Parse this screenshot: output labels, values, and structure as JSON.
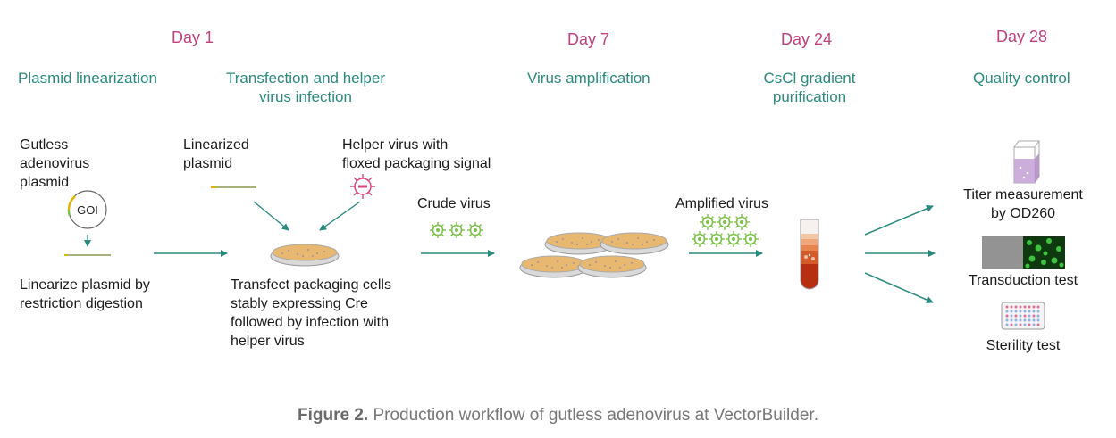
{
  "timeline": {
    "day1": "Day 1",
    "day7": "Day 7",
    "day24": "Day 24",
    "day28": "Day 28"
  },
  "steps": {
    "linearization": "Plasmid linearization",
    "transfection_line1": "Transfection and helper",
    "transfection_line2": "virus infection",
    "amplification": "Virus amplification",
    "cscl_line1": "CsCl gradient",
    "cscl_line2": "purification",
    "qc": "Quality control"
  },
  "labels": {
    "gutless_line1": "Gutless",
    "gutless_line2": "adenovirus",
    "gutless_line3": "plasmid",
    "goi": "GOI",
    "linearize_line1": "Linearize plasmid by",
    "linearize_line2": "restriction digestion",
    "linearized_line1": "Linearized",
    "linearized_line2": "plasmid",
    "helper_line1": "Helper virus with",
    "helper_line2": "floxed packaging signal",
    "transfect_line1": "Transfect packaging cells",
    "transfect_line2": "stably expressing Cre",
    "transfect_line3": "followed by infection with",
    "transfect_line4": "helper virus",
    "crude_virus": "Crude virus",
    "amplified_virus": "Amplified virus",
    "titer_line1": "Titer measurement",
    "titer_line2": "by OD260",
    "transduction": "Transduction test",
    "sterility": "Sterility test"
  },
  "caption": {
    "prefix": "Figure 2.",
    "text": " Production workflow of gutless adenovirus at VectorBuilder."
  },
  "colors": {
    "day": "#c2407e",
    "step": "#2a8a7e",
    "arrow": "#2a8a7e",
    "virus": "#7dc14b",
    "helper_virus": "#e0457b",
    "dish_medium": "#e8b870"
  }
}
